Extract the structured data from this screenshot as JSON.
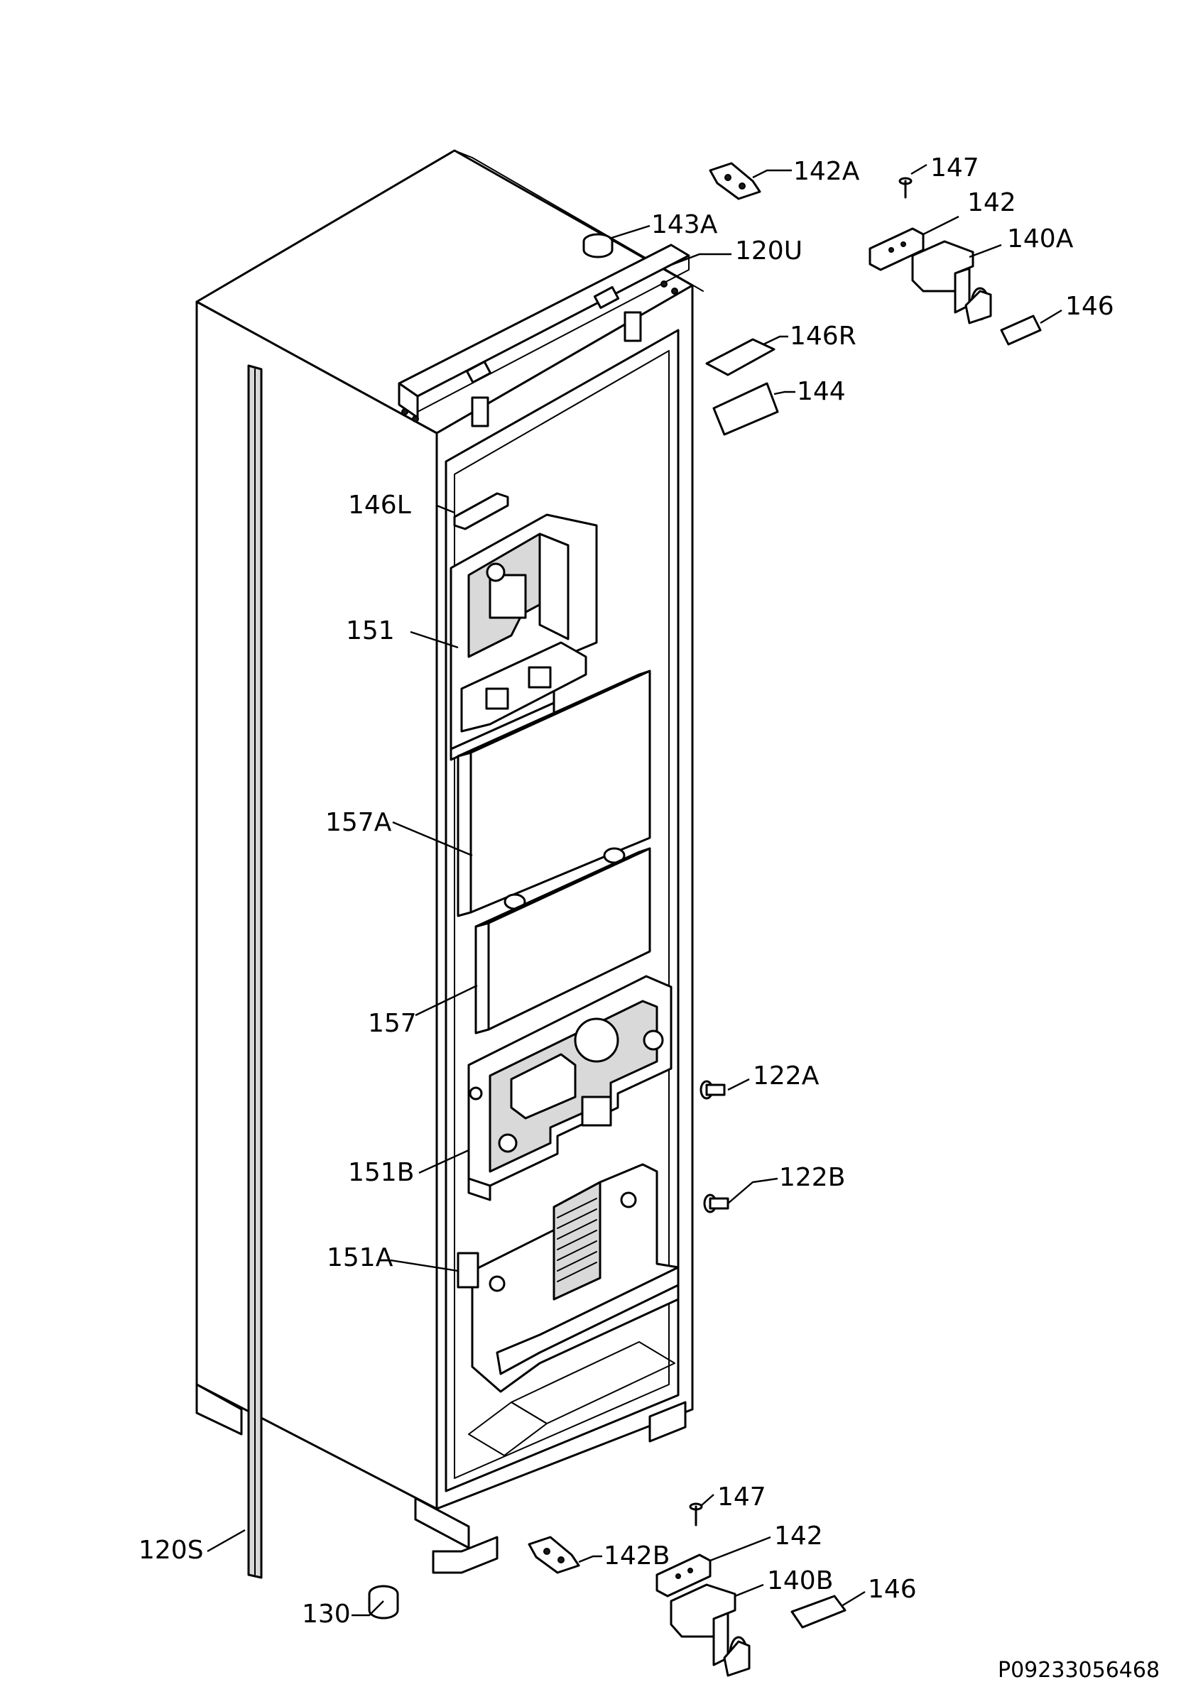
{
  "labels": {
    "l_142A_top": "142A",
    "l_147_top": "147",
    "l_142_top": "142",
    "l_143A": "143A",
    "l_120U": "120U",
    "l_140A": "140A",
    "l_146_top": "146",
    "l_146R": "146R",
    "l_144": "144",
    "l_146L": "146L",
    "l_151": "151",
    "l_157A": "157A",
    "l_157": "157",
    "l_122A": "122A",
    "l_151B": "151B",
    "l_122B": "122B",
    "l_151A": "151A",
    "l_147_bot": "147",
    "l_142_bot": "142",
    "l_120S": "120S",
    "l_142B": "142B",
    "l_140B": "140B",
    "l_146_bot": "146",
    "l_130": "130"
  },
  "document_code": "P09233056468"
}
